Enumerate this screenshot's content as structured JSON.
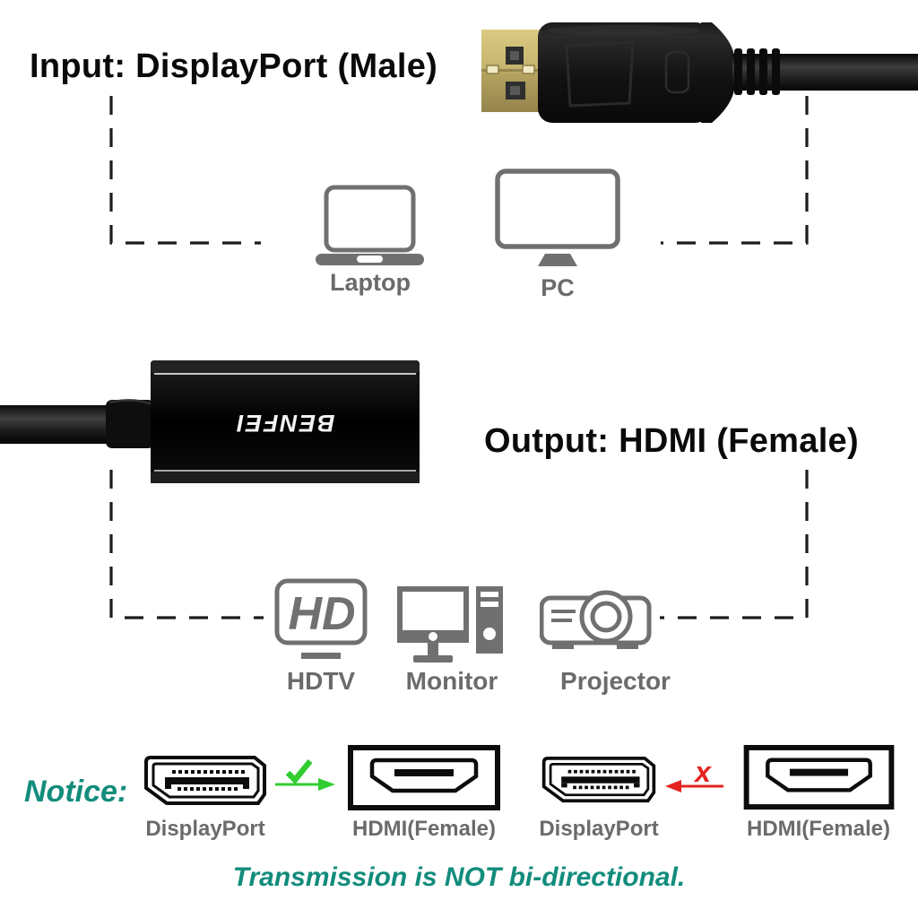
{
  "colors": {
    "teal": "#128c7c",
    "green": "#32cd32",
    "red": "#e42420",
    "icon_gray": "#707070",
    "label_gray": "#6b6b6b",
    "text_black": "#0a0a0a",
    "connector_gold": "#c3b26d"
  },
  "input_section": {
    "title": "Input: DisplayPort (Male)",
    "devices": [
      {
        "label": "Laptop"
      },
      {
        "label": "PC"
      }
    ]
  },
  "output_section": {
    "title": "Output: HDMI (Female)",
    "adapter_brand": "BENFEI",
    "devices": [
      {
        "label": "HDTV",
        "badge": "HD"
      },
      {
        "label": "Monitor"
      },
      {
        "label": "Projector"
      }
    ]
  },
  "notice_section": {
    "label": "Notice:",
    "allowed": {
      "source": "DisplayPort",
      "target": "HDMI(Female)"
    },
    "blocked": {
      "source": "DisplayPort",
      "target": "HDMI(Female)",
      "mark": "x"
    },
    "footnote": "Transmission is NOT bi-directional."
  }
}
